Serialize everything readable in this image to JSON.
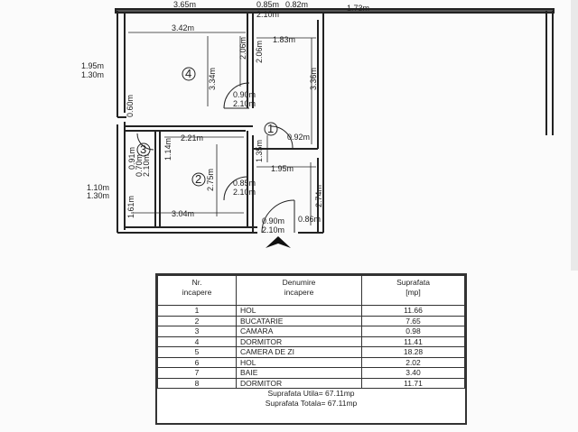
{
  "plan": {
    "dims": {
      "top_a": "3.65m",
      "top_b": "0.85m",
      "top_c": "0.82m",
      "top_d": "1.73m",
      "top_h": "2.10m",
      "r4_w": "3.42m",
      "r4_h": "3.34m",
      "r4_side1": "2.06m",
      "r4_side2": "2.06m",
      "hall_w": "1.83m",
      "hall_h": "3.36m",
      "win_left_w": "1.95m",
      "win_left_h": "1.30m",
      "gap_left": "0.60m",
      "door4_w": "0.90m",
      "door4_h": "2.10m",
      "r1_w": "0.92m",
      "r1_h": "1.35m",
      "camara_w": "0.91m",
      "camara_d": "0.70m",
      "camara_h": "2.10m",
      "camara_side": "1.14m",
      "r2_w": "2.21m",
      "r2_h": "2.75m",
      "hall2_w": "1.95m",
      "hall2_h": "2.74m",
      "win2_w": "1.10m",
      "win2_h": "1.30m",
      "r2_small": "1.61m",
      "door2_w": "0.85m",
      "door2_h": "2.10m",
      "r2_bottom": "3.04m",
      "entry_w": "0.90m",
      "entry_side": "0.86m",
      "entry_h": "2.10m"
    },
    "rooms": {
      "r1": "1",
      "r2": "2",
      "r3": "3",
      "r4": "4"
    }
  },
  "table": {
    "headers": {
      "nr": "Nr.\nincapere",
      "name": "Denumire\nincapere",
      "area": "Suprafata\n[mp]"
    },
    "rows": [
      {
        "nr": "1",
        "name": "HOL",
        "area": "11.66"
      },
      {
        "nr": "2",
        "name": "BUCATARIE",
        "area": "7.65"
      },
      {
        "nr": "3",
        "name": "CAMARA",
        "area": "0.98"
      },
      {
        "nr": "4",
        "name": "DORMITOR",
        "area": "11.41"
      },
      {
        "nr": "5",
        "name": "CAMERA DE ZI",
        "area": "18.28"
      },
      {
        "nr": "6",
        "name": "HOL",
        "area": "2.02"
      },
      {
        "nr": "7",
        "name": "BAIE",
        "area": "3.40"
      },
      {
        "nr": "8",
        "name": "DORMITOR",
        "area": "11.71"
      }
    ],
    "useful": "Suprafata Utila= 67.11mp",
    "total": "Suprafata Totala= 67.11mp"
  }
}
